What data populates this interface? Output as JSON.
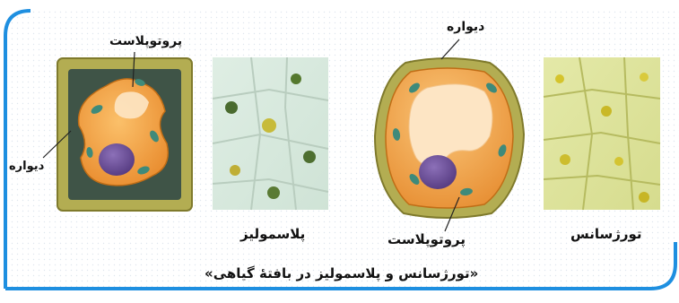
{
  "colors": {
    "frame": "#1e8fe0",
    "wall": "#b3ad52",
    "cytoplasm": "#f2a041",
    "nucleus": "#6a4c96",
    "chloroplast": "#3e8a7a",
    "vacuole": "#fbe7c8"
  },
  "labels": {
    "protoplast_left": "پروتوپلاست",
    "wall_left": "دیواره",
    "plasmolysis": "پلاسمولیز",
    "wall_right": "دیواره",
    "protoplast_right": "پروتوپلاست",
    "turgor": "تورژسانس"
  },
  "caption": "«تورژسانس و پلاسمولیز در بافتهٔ گیاهی»"
}
